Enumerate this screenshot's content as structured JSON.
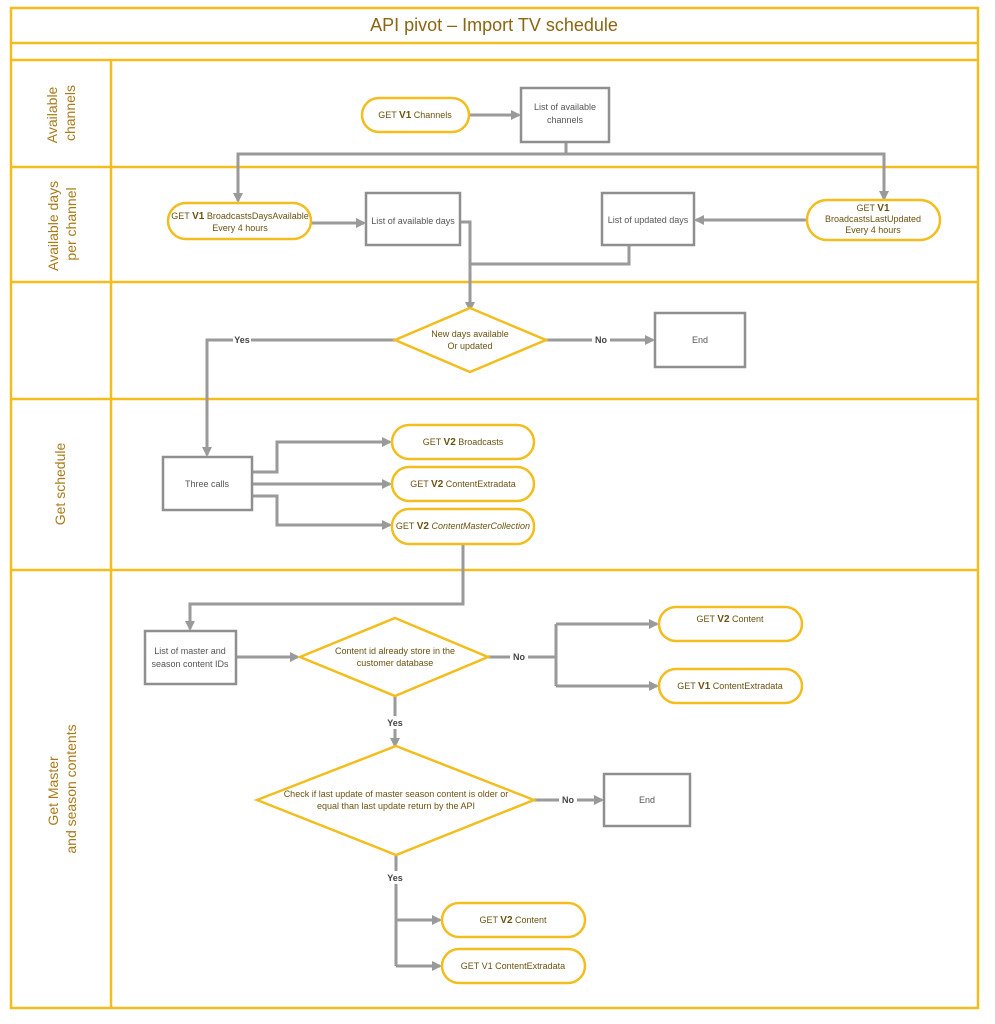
{
  "title": "API pivot – Import  TV schedule",
  "colors": {
    "lane_border": "#f2bd1d",
    "process_border": "#8f8f8f",
    "api_border": "#f2bd1d",
    "arrow": "#9a9a9a"
  },
  "lanes": [
    {
      "label_lines": [
        "Available",
        "channels"
      ]
    },
    {
      "label_lines": [
        "Available days",
        "per channel"
      ]
    },
    {
      "label_lines": []
    },
    {
      "label_lines": [
        "Get schedule"
      ]
    },
    {
      "label_lines": [
        "Get Master",
        "and season contents"
      ]
    }
  ],
  "nodes": {
    "get_v1_channels": {
      "prefix": "GET ",
      "version": "V1",
      "rest": " Channels",
      "line2": ""
    },
    "list_channels": {
      "line1": "List of available",
      "line2": "channels"
    },
    "get_v1_broadcasts_days": {
      "prefix": "GET ",
      "version": "V1",
      "rest": " BroadcastsDaysAvailable",
      "line2": "Every 4 hours"
    },
    "list_days": {
      "line1": "List of available days"
    },
    "list_updated_days": {
      "line1": "List of updated days"
    },
    "get_v1_last_updated": {
      "prefix": "GET ",
      "version": "V1",
      "line2": "BroadcastsLastUpdated",
      "line3": "Every 4 hours"
    },
    "decision_new_days": {
      "line1": "New days available",
      "line2": "Or updated"
    },
    "end_1": {
      "line1": "End"
    },
    "three_calls": {
      "line1": "Three calls"
    },
    "get_v2_broadcasts": {
      "prefix": "GET ",
      "version": "V2",
      "rest": " Broadcasts"
    },
    "get_v2_extradata": {
      "prefix": "GET ",
      "version": "V2",
      "rest": " ContentExtradata"
    },
    "get_v2_master": {
      "prefix": "GET ",
      "version": "V2",
      "rest": " ContentMasterCollection"
    },
    "list_master_ids": {
      "line1": "List of master and",
      "line2": "season content IDs"
    },
    "decision_content_id": {
      "line1": "Content id already store in the",
      "line2": "customer database"
    },
    "get_v2_content_a": {
      "prefix": "GET ",
      "version": "V2",
      "rest": " Content"
    },
    "get_v1_extradata_a": {
      "prefix": "GET ",
      "version": "V1",
      "rest": " ContentExtradata"
    },
    "decision_last_update": {
      "line1": "Check if last update of master season content is older or",
      "line2": "equal than last update return by the API"
    },
    "end_2": {
      "line1": "End"
    },
    "get_v2_content_b": {
      "prefix": "GET ",
      "version": "V2",
      "rest": " Content"
    },
    "get_v1_extradata_b": {
      "text": "GET V1 ContentExtradata"
    }
  },
  "edge_labels": {
    "yes": "Yes",
    "no": "No"
  }
}
